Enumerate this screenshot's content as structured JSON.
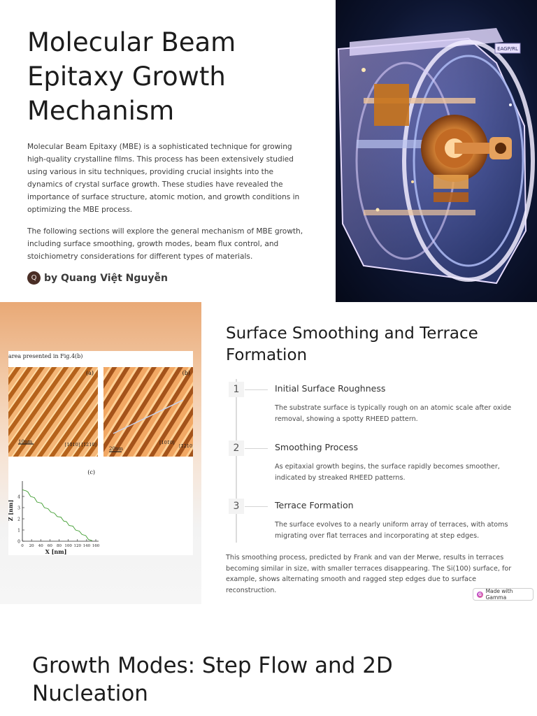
{
  "slide1": {
    "title": "Molecular Beam Epitaxy Growth Mechanism",
    "paragraph1": "Molecular Beam Epitaxy (MBE) is a sophisticated technique for growing high-quality crystalline films. This process has been extensively studied using various in situ techniques, providing crucial insights into the dynamics of crystal surface growth. These studies have revealed the importance of surface structure, atomic motion, and growth conditions in optimizing the MBE process.",
    "paragraph2": "The following sections will explore the general mechanism of MBE growth, including surface smoothing, growth modes, beam flux control, and stoichiometry considerations for different types of materials.",
    "author_initial": "Q",
    "author": "by Quang Việt Nguyễn",
    "image_icon": "mbe-chamber-illustration",
    "image_label": "EAGP/RL"
  },
  "slide2": {
    "title": "Surface Smoothing and Terrace Formation",
    "figure": {
      "caption": "area presented in Fig.4(b)",
      "panel_a": "(a)",
      "panel_b": "(b)",
      "panel_c": "(c)",
      "label_a_scale": "10nm",
      "label_a_dir": "[10̄10] [1̄210]",
      "label_b_scale": "20nm",
      "label_b_dir1": "[101̄0]",
      "label_b_dir2": "[1̄210]",
      "ylabel": "Z [nm]",
      "xlabel": "X [nm]",
      "yticks": [
        "0",
        "1",
        "2",
        "3",
        "4"
      ],
      "xticks": [
        "0",
        "20",
        "40",
        "60",
        "80",
        "100",
        "120",
        "140",
        "160"
      ],
      "profile": [
        [
          0,
          4.6
        ],
        [
          8,
          4.5
        ],
        [
          12,
          4.4
        ],
        [
          18,
          4.0
        ],
        [
          26,
          3.9
        ],
        [
          32,
          3.5
        ],
        [
          42,
          3.4
        ],
        [
          48,
          3.0
        ],
        [
          56,
          2.9
        ],
        [
          62,
          2.6
        ],
        [
          70,
          2.5
        ],
        [
          76,
          2.2
        ],
        [
          84,
          2.15
        ],
        [
          90,
          1.8
        ],
        [
          96,
          1.75
        ],
        [
          102,
          1.4
        ],
        [
          110,
          1.35
        ],
        [
          116,
          1.0
        ],
        [
          124,
          0.9
        ],
        [
          130,
          0.6
        ],
        [
          138,
          0.5
        ],
        [
          144,
          0.15
        ],
        [
          152,
          0.05
        ]
      ]
    },
    "steps": [
      {
        "number": "1",
        "title": "Initial Surface Roughness",
        "description": "The substrate surface is typically rough on an atomic scale after oxide removal, showing a spotty RHEED pattern."
      },
      {
        "number": "2",
        "title": "Smoothing Process",
        "description": "As epitaxial growth begins, the surface rapidly becomes smoother, indicated by streaked RHEED patterns."
      },
      {
        "number": "3",
        "title": "Terrace Formation",
        "description": "The surface evolves to a nearly uniform array of terraces, with atoms migrating over flat terraces and incorporating at step edges."
      }
    ],
    "footer": "This smoothing process, predicted by Frank and van der Merwe, results in terraces becoming similar in size, with smaller terraces disappearing. The Si(100) surface, for example, shows alternating smooth and ragged step edges due to surface reconstruction.",
    "badge_icon_letter": "G",
    "badge_text": "Made with Gamma"
  },
  "slide3": {
    "title": "Growth Modes: Step Flow and 2D Nucleation"
  }
}
